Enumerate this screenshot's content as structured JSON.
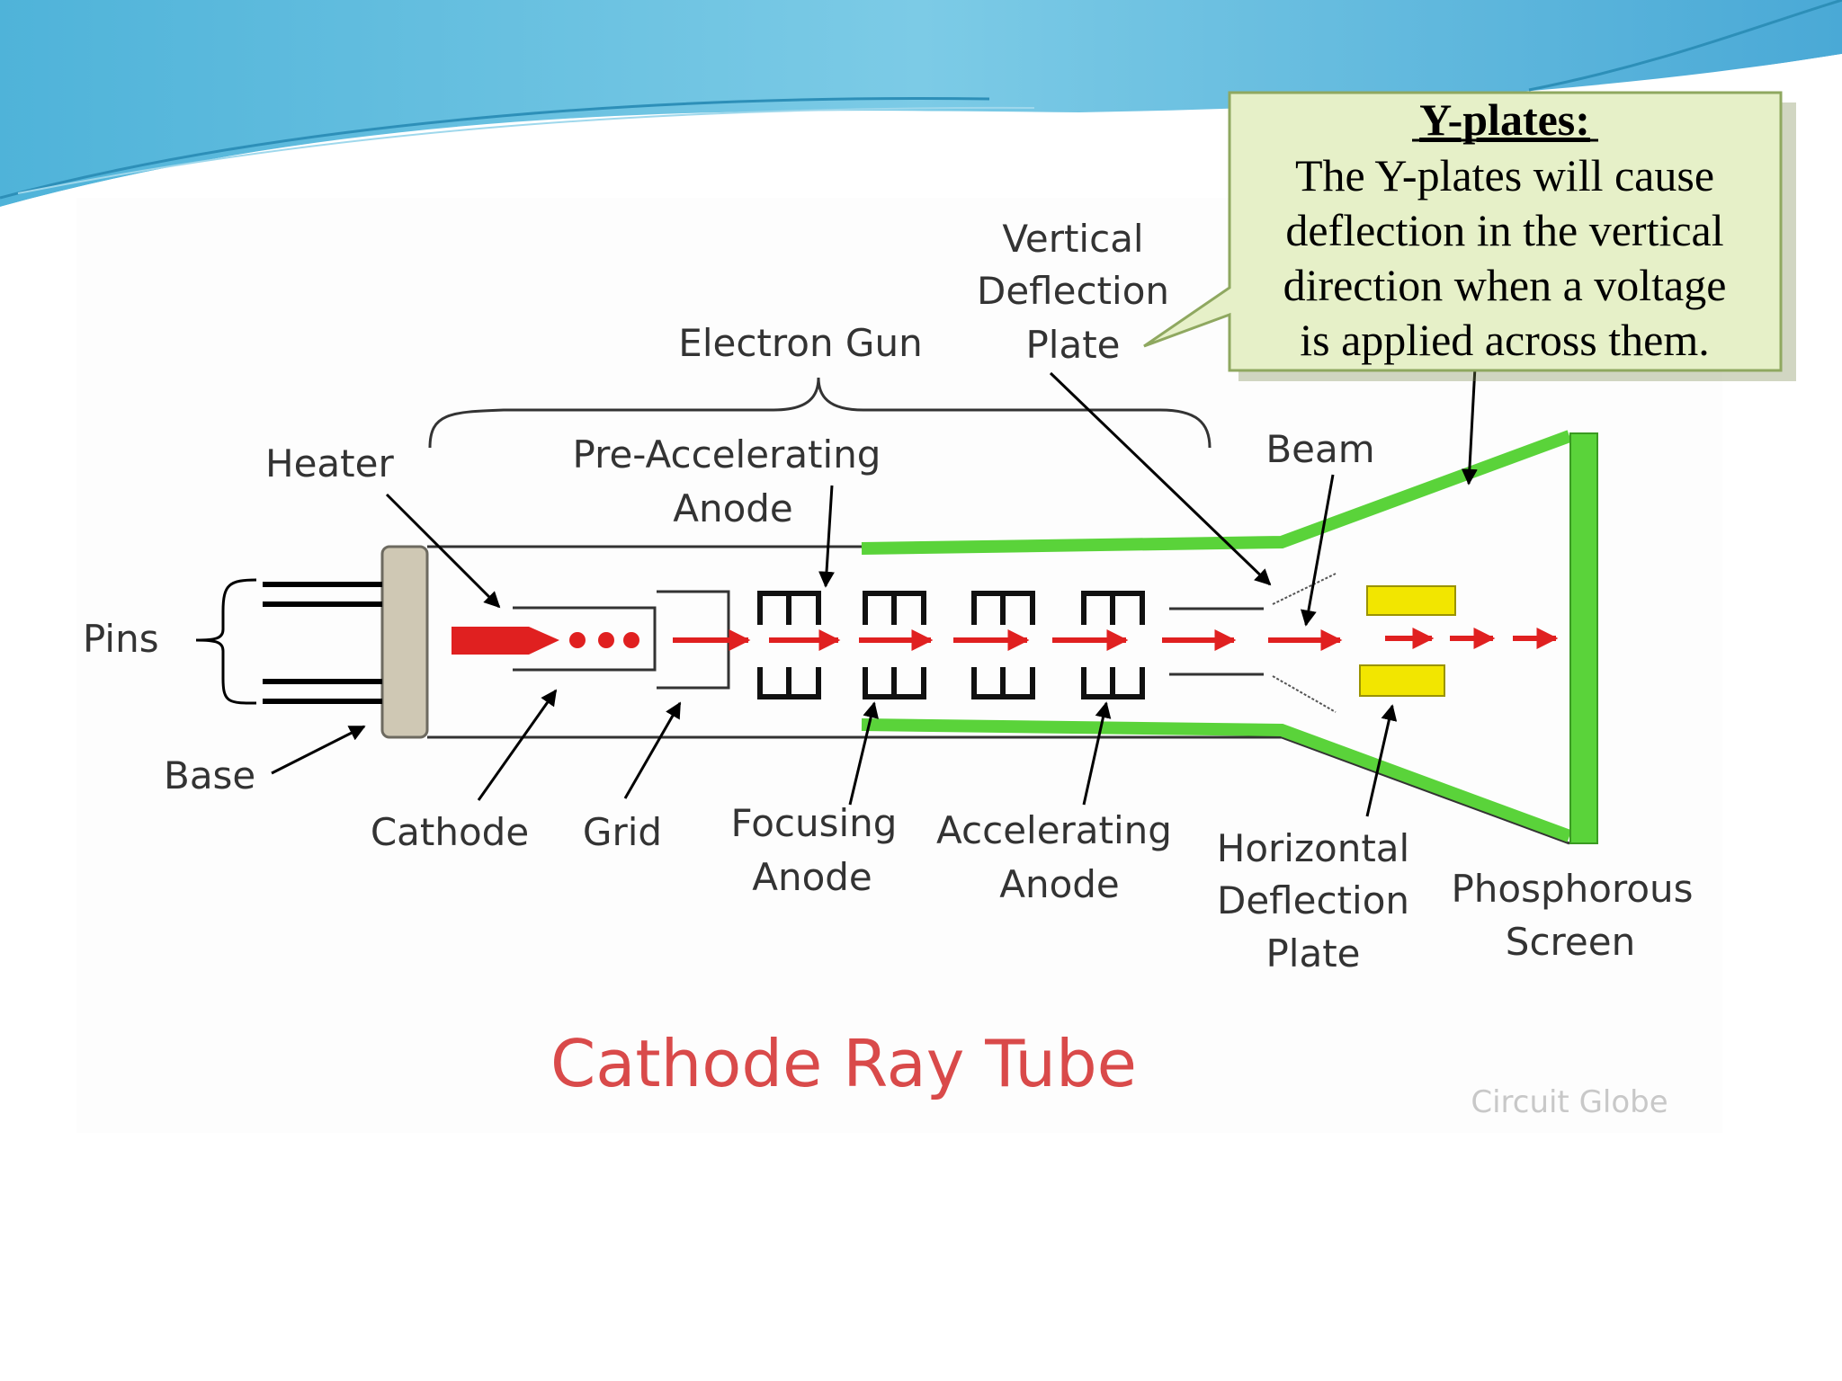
{
  "diagram": {
    "labels": {
      "pins": "Pins",
      "base": "Base",
      "heater": "Heater",
      "electron_gun": "Electron Gun",
      "vertical_line1": "Vertical",
      "vertical_line2": "Deflection",
      "vertical_line3": "Plate",
      "pre_acc_line1": "Pre-Accelerating",
      "pre_acc_line2": "Anode",
      "beam": "Beam",
      "cathode": "Cathode",
      "grid": "Grid",
      "focusing_line1": "Focusing",
      "focusing_line2": "Anode",
      "accelerating_line1": "Accelerating",
      "accelerating_line2": "Anode",
      "horizontal_line1": "Horizontal",
      "horizontal_line2": "Deflection",
      "horizontal_line3": "Plate",
      "phosphor_line1": "Phosphorous",
      "phosphor_line2": "Screen"
    },
    "title": "Cathode Ray Tube",
    "credit": "Circuit Globe"
  },
  "callout": {
    "heading": "Y-plates:",
    "line1": "The  Y-plates will cause",
    "line2": "deflection in the vertical",
    "line3": "direction when a voltage",
    "line4": "is applied across them."
  },
  "colors": {
    "tube_green": "#5ad33a",
    "beam_red": "#e02020",
    "plate_yellow": "#f2e600",
    "callout_bg": "#e6f0c8",
    "header_blue": "#6cc3df"
  }
}
